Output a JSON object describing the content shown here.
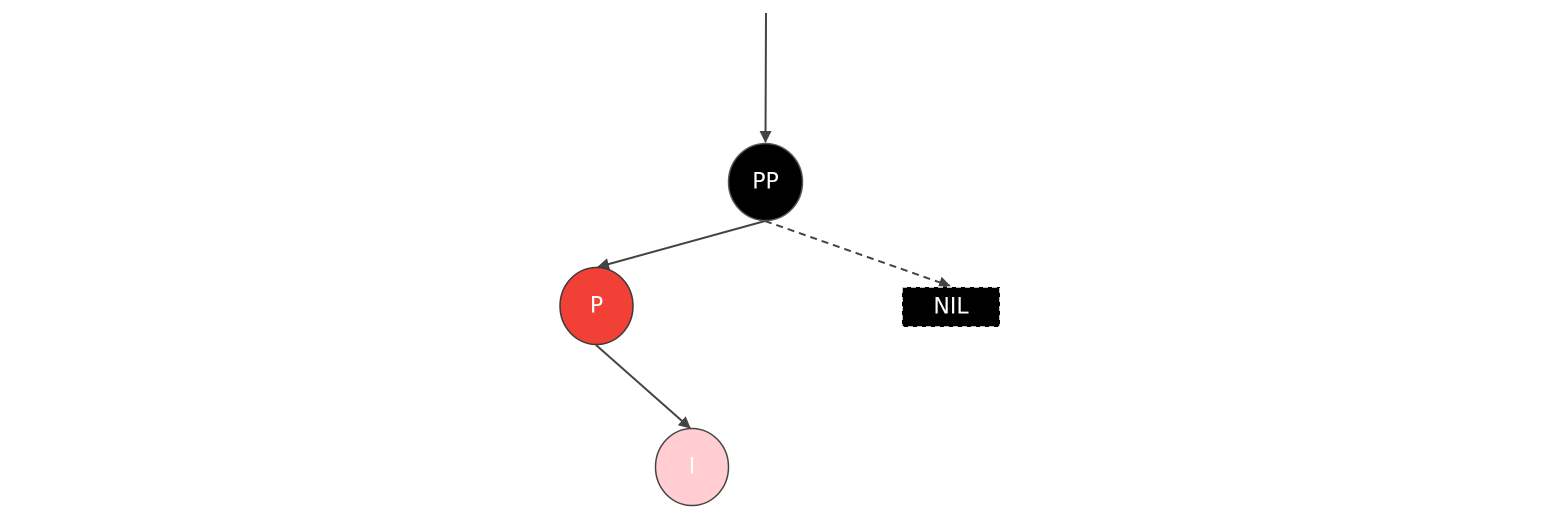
{
  "diagram": {
    "nodes": {
      "pp": {
        "label": "PP",
        "fill": "#000000",
        "stroke": "#555555"
      },
      "p": {
        "label": "P",
        "fill": "#f24037",
        "stroke": "#3a3a3a"
      },
      "nil": {
        "label": "NIL",
        "fill": "#000000",
        "stroke": "#ffffff"
      },
      "i": {
        "label": "I",
        "fill": "#ffcdd2",
        "stroke": "#444444"
      }
    },
    "edges": [
      {
        "from": "root",
        "to": "PP",
        "style": "solid"
      },
      {
        "from": "PP",
        "to": "P",
        "style": "solid"
      },
      {
        "from": "PP",
        "to": "NIL",
        "style": "dashed"
      },
      {
        "from": "P",
        "to": "I",
        "style": "solid"
      }
    ],
    "colors": {
      "edge": "#444444",
      "background": "#ffffff"
    }
  }
}
